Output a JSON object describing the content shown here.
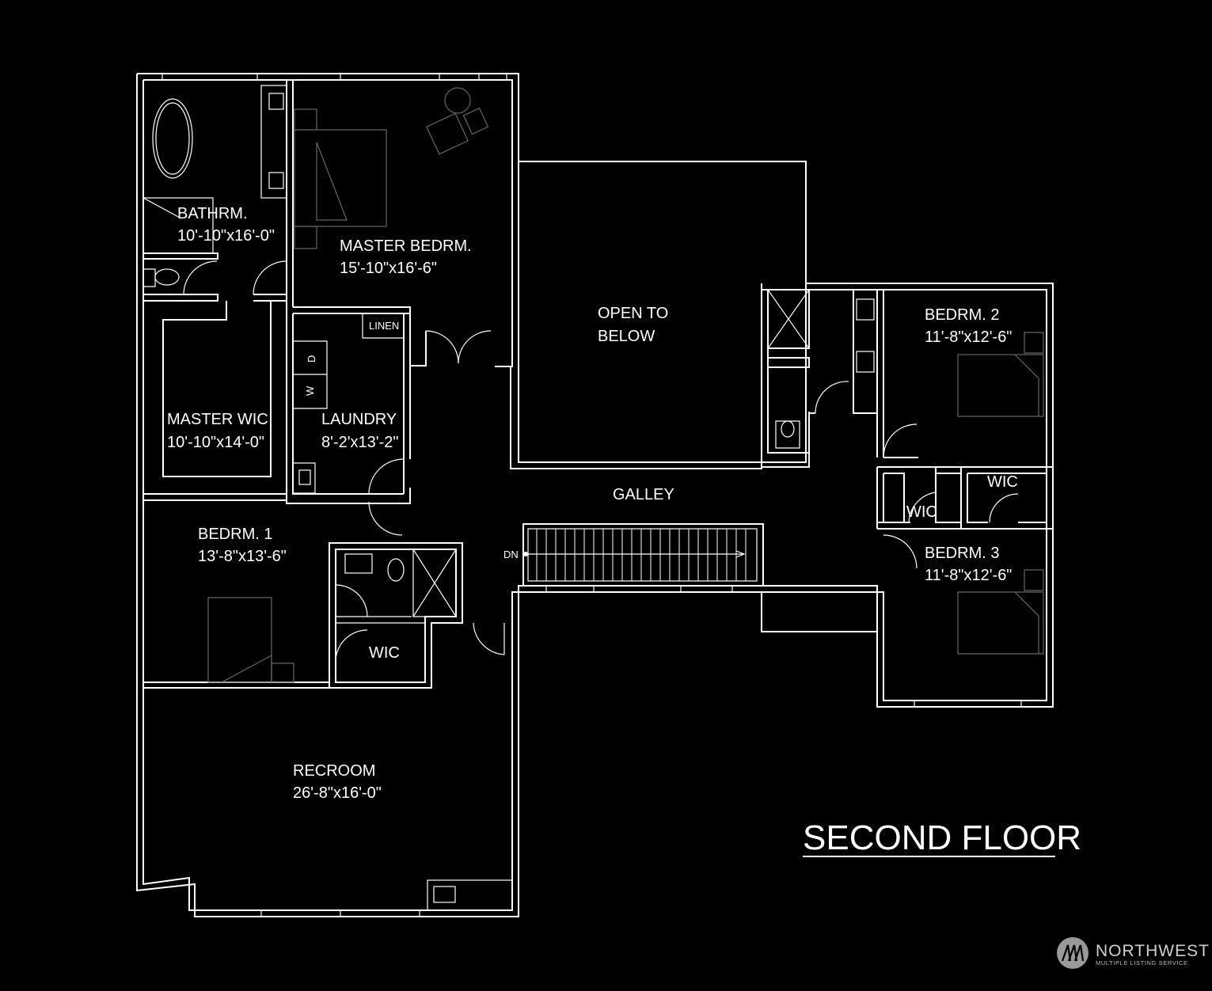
{
  "title": "SECOND FLOOR",
  "rooms": {
    "bathroom": {
      "name": "BATHRM.",
      "size": "10'-10\"x16'-0\""
    },
    "master_bedroom": {
      "name": "MASTER BEDRM.",
      "size": "15'-10\"x16'-6\""
    },
    "open_to_below": {
      "line1": "OPEN TO",
      "line2": "BELOW"
    },
    "bedroom2": {
      "name": "BEDRM. 2",
      "size": "11'-8\"x12'-6\""
    },
    "master_wic": {
      "name": "MASTER WIC",
      "size": "10'-10\"x14'-0\""
    },
    "laundry": {
      "name": "LAUNDRY",
      "size": "8'-2'x13'-2\""
    },
    "linen": "LINEN",
    "washer": "W",
    "dryer": "D",
    "galley": "GALLEY",
    "bedroom1": {
      "name": "BEDRM. 1",
      "size": "13'-8\"x13'-6\""
    },
    "bedroom3": {
      "name": "BEDRM. 3",
      "size": "11'-8\"x12'-6\""
    },
    "wic_bed1": "WIC",
    "wic_bed2": "WIC",
    "wic_bed3": "WIC",
    "recroom": {
      "name": "RECROOM",
      "size": "26'-8\"x16'-0\""
    }
  },
  "stairs": {
    "label": "DN"
  },
  "logo": {
    "name": "NORTHWEST",
    "subtitle": "MULTIPLE LISTING SERVICE."
  }
}
